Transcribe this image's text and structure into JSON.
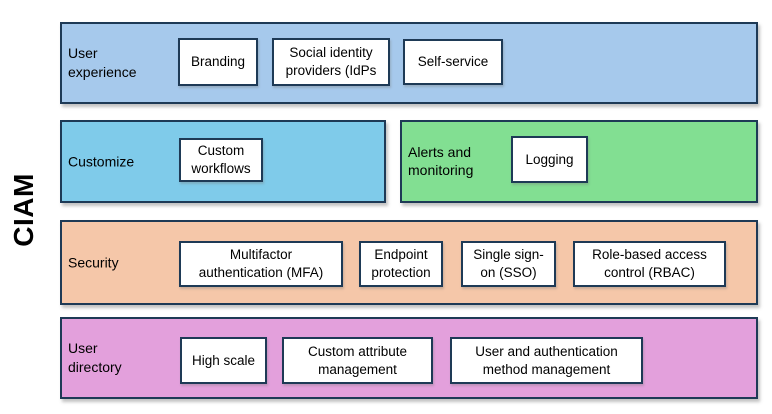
{
  "diagram": {
    "title": "CIAM",
    "rows": [
      {
        "label": "User\nexperience",
        "boxes": [
          "Branding",
          "Social identity\nproviders (IdPs",
          "Self-service"
        ]
      },
      {
        "label": "Customize",
        "boxes": [
          "Custom\nworkflows"
        ]
      },
      {
        "label": "Alerts and\nmonitoring",
        "boxes": [
          "Logging"
        ]
      },
      {
        "label": "Security",
        "boxes": [
          "Multifactor\nauthentication (MFA)",
          "Endpoint\nprotection",
          "Single sign-\non (SSO)",
          "Role-based access\ncontrol (RBAC)"
        ]
      },
      {
        "label": "User\ndirectory",
        "boxes": [
          "High scale",
          "Custom attribute\nmanagement",
          "User and authentication\nmethod management"
        ]
      }
    ]
  },
  "colors": {
    "band-blue": "#A6C9EC",
    "band-cyan": "#7FCBEA",
    "band-green": "#82DF92",
    "band-peach": "#F5C7A9",
    "band-pink": "#E3A0DC",
    "border": "#1E3A56",
    "box-bg": "#FFFFFF",
    "text": "#000000",
    "page-bg": "#FFFFFF"
  }
}
